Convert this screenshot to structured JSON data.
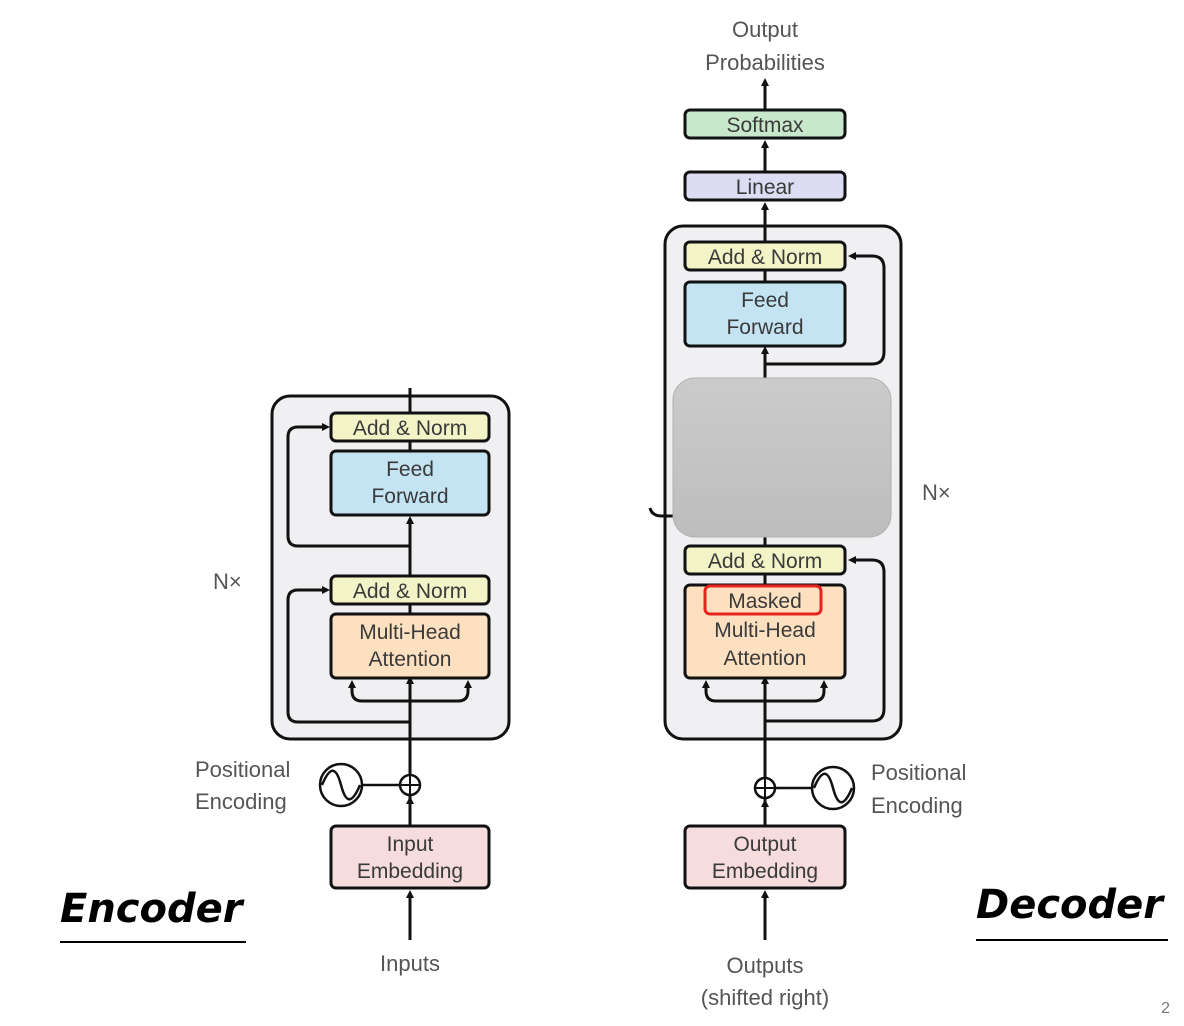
{
  "slide": {
    "page_number": "2"
  },
  "encoder": {
    "title": "Encoder",
    "repeat_label": "N×",
    "add_norm_top": "Add & Norm",
    "feed_forward": [
      "Feed",
      "Forward"
    ],
    "add_norm_bottom": "Add & Norm",
    "attention": [
      "Multi-Head",
      "Attention"
    ],
    "positional_encoding": [
      "Positional",
      "Encoding"
    ],
    "embedding": [
      "Input",
      "Embedding"
    ],
    "input_label": "Inputs"
  },
  "decoder": {
    "title": "Decoder",
    "repeat_label": "N×",
    "output_label": [
      "Output",
      "Probabilities"
    ],
    "softmax": "Softmax",
    "linear": "Linear",
    "add_norm_top": "Add & Norm",
    "feed_forward": [
      "Feed",
      "Forward"
    ],
    "hidden_block_note": "gray redaction box covering cross-attention block",
    "add_norm_bottom": "Add & Norm",
    "masked_attention": [
      "Masked",
      "Multi-Head",
      "Attention"
    ],
    "highlighted_word": "Masked",
    "positional_encoding": [
      "Positional",
      "Encoding"
    ],
    "embedding": [
      "Output",
      "Embedding"
    ],
    "input_label": [
      "Outputs",
      "(shifted right)"
    ]
  },
  "colors": {
    "add_norm": "#f2f4c8",
    "feed_forward": "#c4e4f4",
    "attention": "#fce0c0",
    "embedding": "#f6dcdc",
    "softmax": "#c8e8cc",
    "linear": "#dcdcf2",
    "layer_bg": "#f0f0f2",
    "redaction": "#c4c4c4",
    "highlight": "#e8221e"
  }
}
